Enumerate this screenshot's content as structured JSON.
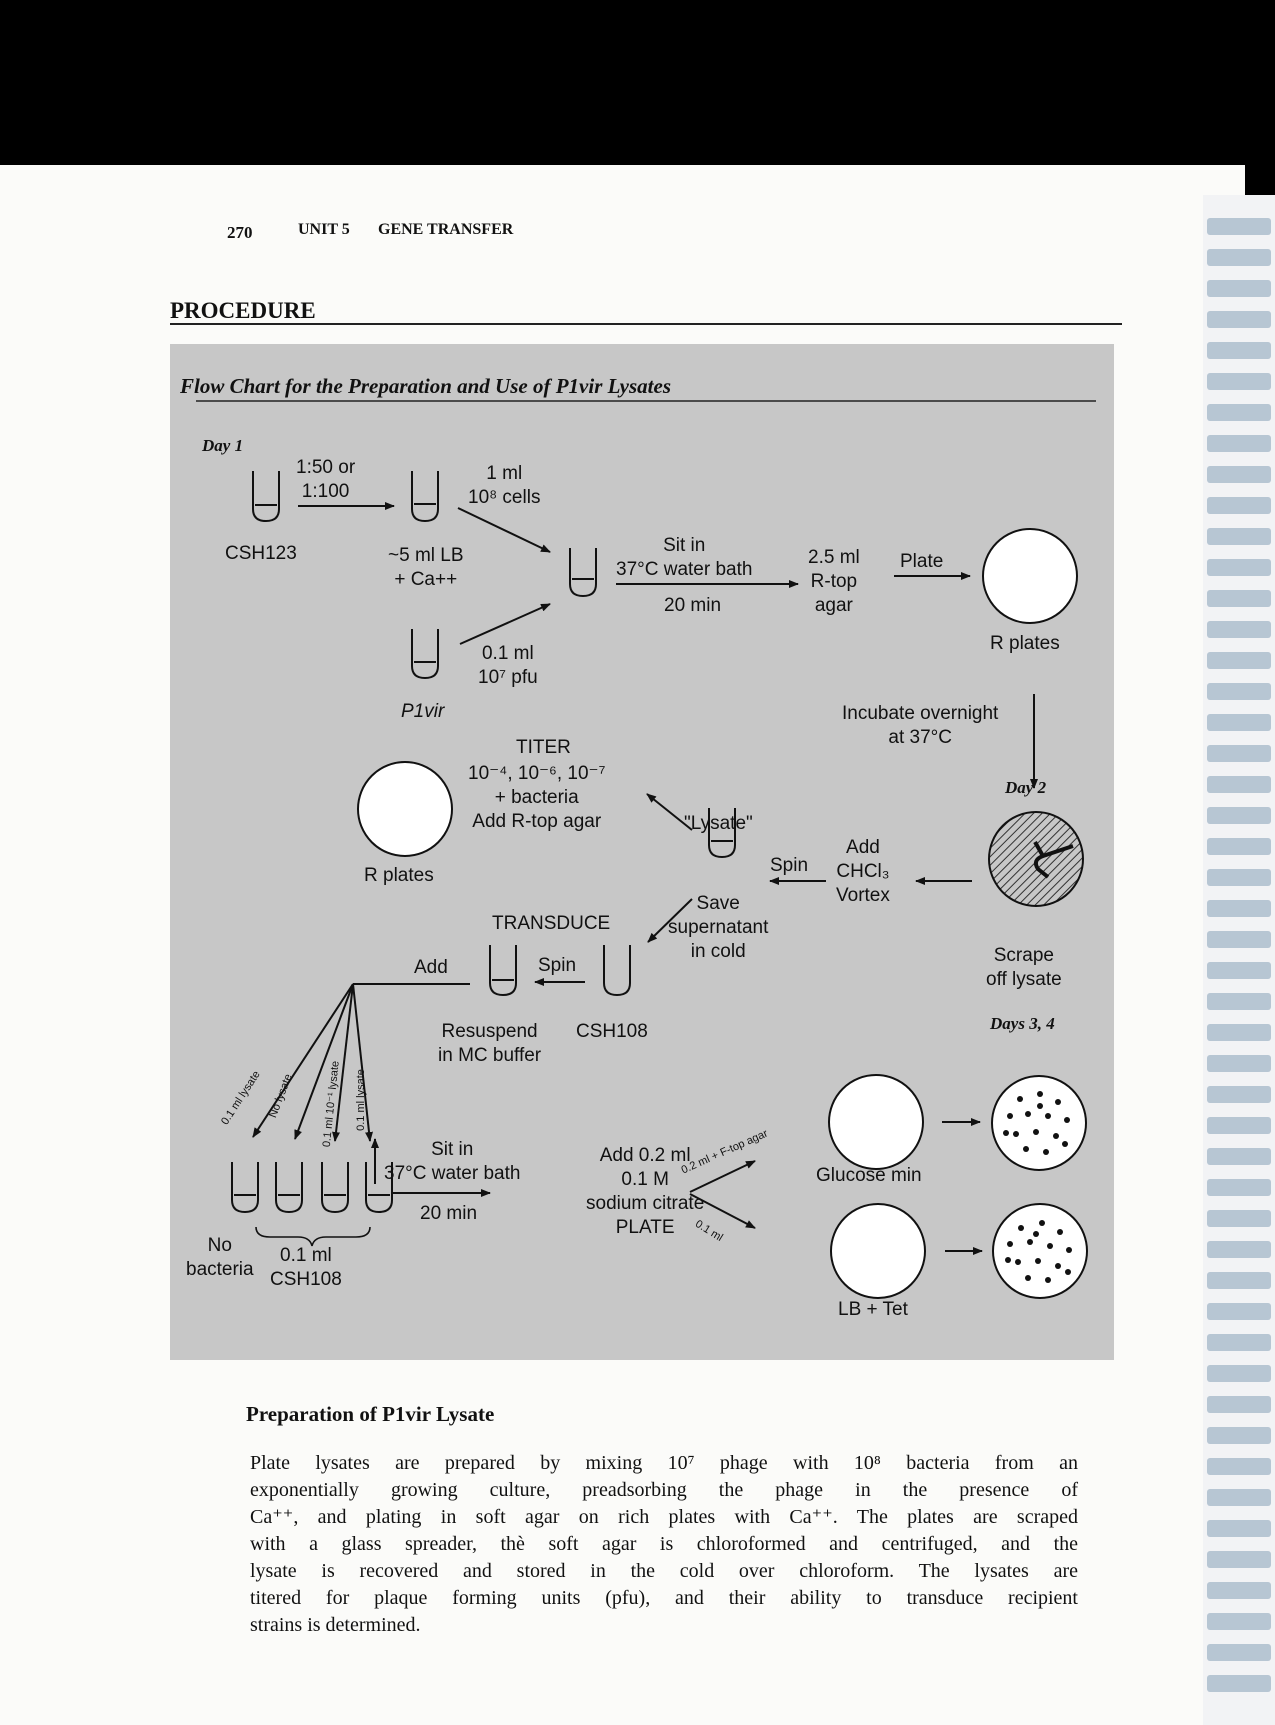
{
  "header": {
    "page_number": "270",
    "unit": "UNIT 5",
    "unit_title": "GENE TRANSFER"
  },
  "section_title": "PROCEDURE",
  "flowchart": {
    "title": "Flow Chart for the Preparation and Use of P1vir Lysates",
    "day1": "Day 1",
    "day2": "Day 2",
    "days34": "Days 3, 4",
    "csh123": "CSH123",
    "dilution": "1:50 or\n1:100",
    "lb_tube": "~5 ml LB\n+ Ca++",
    "cells": "1 ml\n10⁸ cells",
    "p1vir": "P1vir",
    "pfu": "0.1 ml\n10⁷ pfu",
    "sit_in": "Sit in\n37°C water bath",
    "twenty_min": "20 min",
    "rtop": "2.5 ml\nR-top\nagar",
    "plate": "Plate",
    "r_plates": "R plates",
    "incubate": "Incubate overnight\nat 37°C",
    "scrape": "Scrape\noff lysate",
    "add_chcl3": "Add\nCHCl₃\nVortex",
    "spin": "Spin",
    "lysate": "\"Lysate\"",
    "save_sup": "Save\nsupernatant\nin cold",
    "titer": "TITER",
    "titer_dilutions": "10⁻⁴, 10⁻⁶, 10⁻⁷\n+ bacteria\nAdd R-top agar",
    "r_plates_titer": "R plates",
    "transduce": "TRANSDUCE",
    "add": "Add",
    "spin2": "Spin",
    "resuspend": "Resuspend\nin MC buffer",
    "csh108": "CSH108",
    "fan_labels": [
      "0.1 ml lysate",
      "No lysate",
      "0.1 ml 10⁻¹ lysate",
      "0.1 ml lysate"
    ],
    "no_bacteria": "No\nbacteria",
    "csh108_01": "0.1 ml\nCSH108",
    "sit_in2": "Sit in\n37°C water bath",
    "twenty_min2": "20 min",
    "citrate": "Add 0.2 ml\n0.1 M\nsodium citrate\nPLATE",
    "ftop": "0.2 ml + F-top agar",
    "point1": "0.1 ml",
    "glucose_min": "Glucose min",
    "lb_tet": "LB + Tet"
  },
  "subsection_title": "Preparation of P1vir Lysate",
  "paragraph_lines": [
    "Plate lysates are prepared by mixing 10⁷ phage with 10⁸ bacteria from an",
    "exponentially growing culture, preadsorbing the phage in the presence of",
    "Ca⁺⁺, and plating in soft agar on rich plates with Ca⁺⁺. The plates are scraped",
    "with a glass spreader, thè soft agar is chloroformed and centrifuged, and the",
    "lysate is recovered and stored in the cold over chloroform. The lysates are",
    "titered for plaque forming units (pfu), and their ability to transduce recipient",
    "strains is determined."
  ]
}
